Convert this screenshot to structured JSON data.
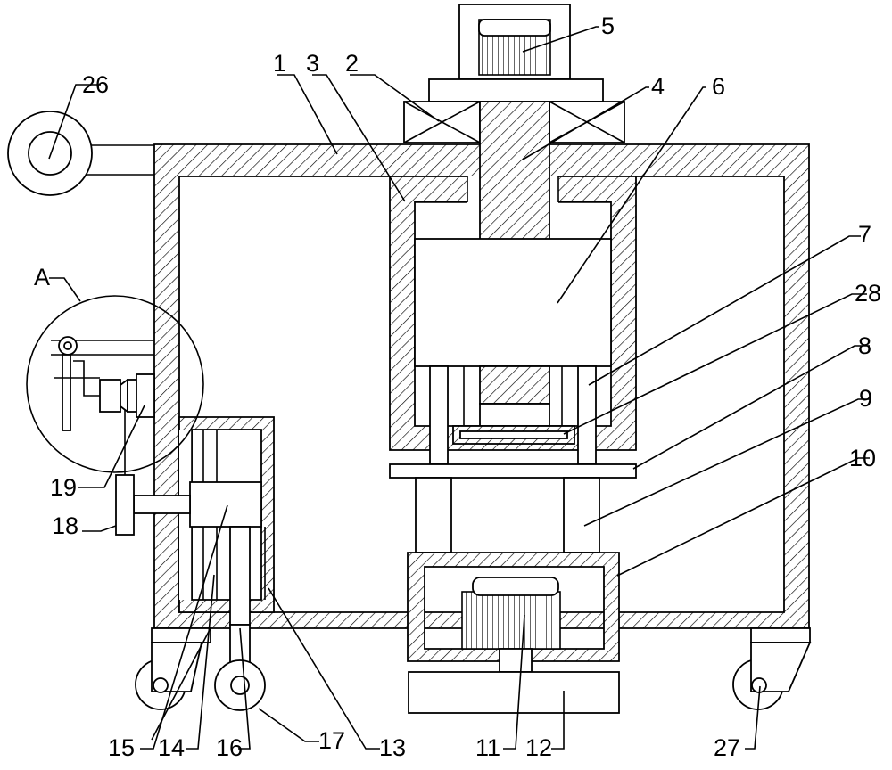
{
  "diagram": {
    "callouts": {
      "c1": "1",
      "c2": "2",
      "c3": "3",
      "c4": "4",
      "c5": "5",
      "c6": "6",
      "c7": "7",
      "c8": "8",
      "c9": "9",
      "c10": "10",
      "c11": "11",
      "c12": "12",
      "c13": "13",
      "c14": "14",
      "c15": "15",
      "c16": "16",
      "c17": "17",
      "c18": "18",
      "c19": "19",
      "c26": "26",
      "c27": "27",
      "c28": "28",
      "detail": "A"
    }
  }
}
